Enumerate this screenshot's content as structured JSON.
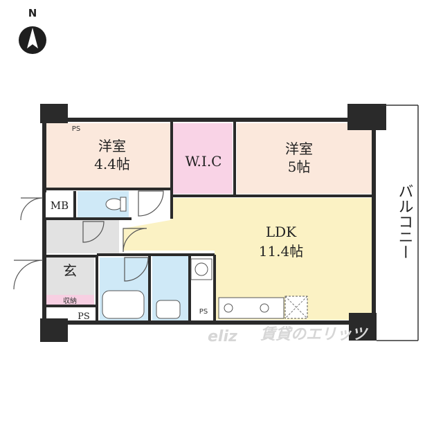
{
  "compass": {
    "north_label": "N"
  },
  "rooms": {
    "western_room_1": {
      "name": "洋室",
      "size": "4.4帖"
    },
    "wic": {
      "name": "W.I.C"
    },
    "western_room_2": {
      "name": "洋室",
      "size": "5帖"
    },
    "ldk": {
      "name": "LDK",
      "size": "11.4帖"
    },
    "entrance": {
      "name": "玄"
    },
    "storage": {
      "name": "収納"
    }
  },
  "utility": {
    "mb": "MB",
    "ps_top": "PS",
    "ps_bottom": "PS",
    "ps_bath": "PS"
  },
  "balcony": {
    "label": "バルコニー"
  },
  "watermark": {
    "text": "賃貸のエリッツ"
  },
  "colors": {
    "western_room": "#fbe8dc",
    "wic": "#f9d3e6",
    "ldk": "#fbf2c4",
    "water": "#cfe9f7",
    "entrance": "#e2e2e2",
    "storage": "#f7cfe2",
    "wall": "#2a2a2a"
  }
}
